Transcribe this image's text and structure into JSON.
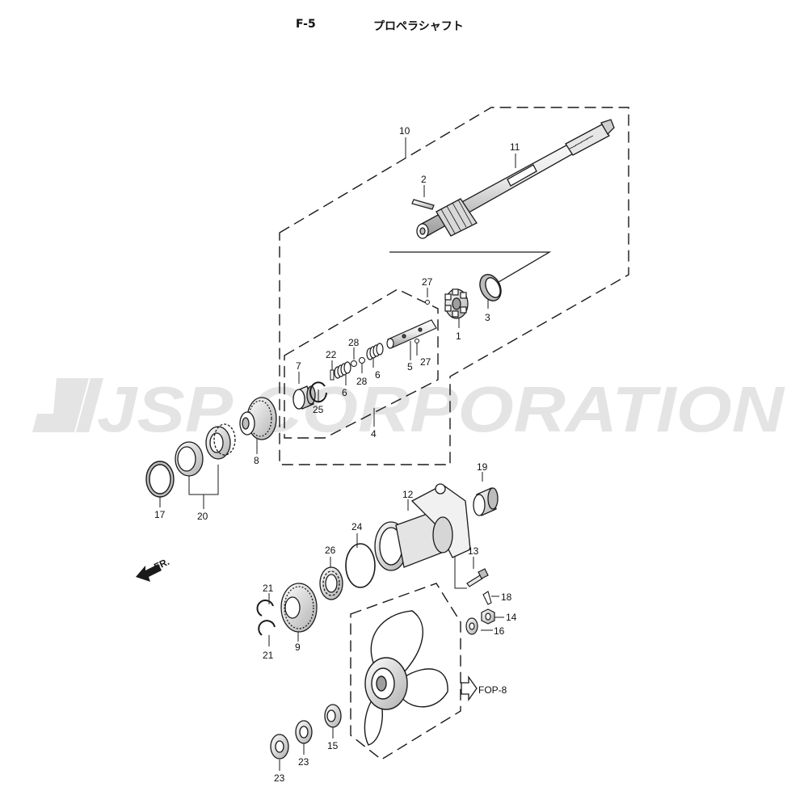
{
  "header": {
    "code": "F-5",
    "title": "プロペラシャフト"
  },
  "watermark": {
    "text": "JSP CORPORATION",
    "color": "#e4e4e4"
  },
  "orientation": {
    "label": "FR."
  },
  "reference": {
    "label": "FOP-8"
  },
  "callouts": {
    "c1": "1",
    "c2": "2",
    "c3": "3",
    "c4": "4",
    "c5": "5",
    "c6a": "6",
    "c6b": "6",
    "c7": "7",
    "c8": "8",
    "c9": "9",
    "c10": "10",
    "c11": "11",
    "c12": "12",
    "c13": "13",
    "c14": "14",
    "c15": "15",
    "c16": "16",
    "c17": "17",
    "c18": "18",
    "c19": "19",
    "c20": "20",
    "c21a": "21",
    "c21b": "21",
    "c22": "22",
    "c23a": "23",
    "c23b": "23",
    "c24": "24",
    "c25": "25",
    "c26": "26",
    "c27a": "27",
    "c27b": "27",
    "c28a": "28",
    "c28b": "28"
  },
  "colors": {
    "line": "#1a1a1a",
    "fill": "#ffffff",
    "shade": "#bdbdbd"
  }
}
